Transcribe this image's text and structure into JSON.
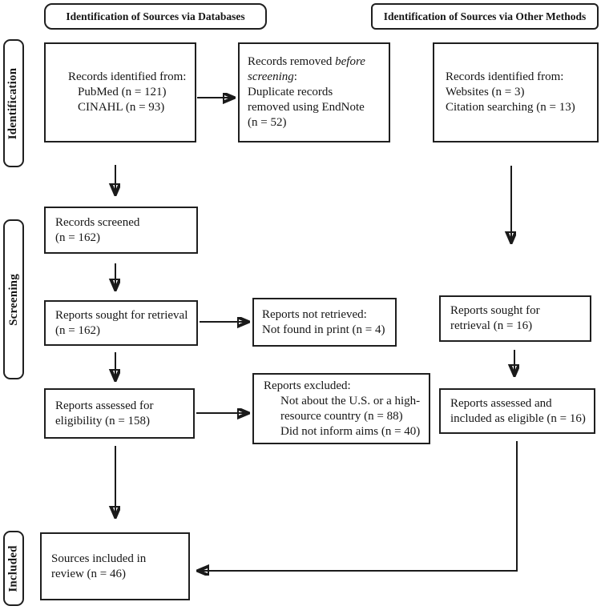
{
  "headers": {
    "databases": "Identification of Sources via Databases",
    "other_methods": "Identification of Sources via Other Methods"
  },
  "sidebar": {
    "identification": "Identification",
    "screening": "Screening",
    "included": "Included"
  },
  "boxes": {
    "db_records_identified": {
      "line1": "Records identified from:",
      "line2": "PubMed (n = 121)",
      "line3": "CINAHL (n = 93)"
    },
    "records_removed": {
      "line1_pre": "Records removed ",
      "line1_italic": "before",
      "line2_italic": "screening",
      "line2_post": ":",
      "line3": "Duplicate records",
      "line4": "removed using EndNote",
      "line5": "(n = 52)"
    },
    "other_records_identified": {
      "line1": "Records identified from:",
      "line2": "Websites (n = 3)",
      "line3": "Citation searching (n = 13)"
    },
    "records_screened": {
      "line1": "Records screened",
      "line2": "(n = 162)"
    },
    "reports_sought_db": {
      "line1": "Reports sought for retrieval",
      "line2": "(n = 162)"
    },
    "reports_not_retrieved": {
      "line1": "Reports not retrieved:",
      "line2": "Not found in print (n = 4)"
    },
    "reports_sought_other": {
      "line1": "Reports sought for",
      "line2": "retrieval (n = 16)"
    },
    "reports_assessed_db": {
      "line1": "Reports assessed for",
      "line2": "eligibility (n = 158)"
    },
    "reports_excluded": {
      "line1": "Reports excluded:",
      "line2": "Not about the U.S. or a high-",
      "line3": "resource country (n = 88)",
      "line4": "Did not inform aims (n = 40)"
    },
    "reports_assessed_other": {
      "line1": "Reports assessed and",
      "line2": "included as eligible (n = 16)"
    },
    "sources_included": {
      "line1": "Sources included in",
      "line2": "review (n = 46)"
    }
  },
  "colors": {
    "ink": "#1a1a1a",
    "background": "#ffffff"
  }
}
